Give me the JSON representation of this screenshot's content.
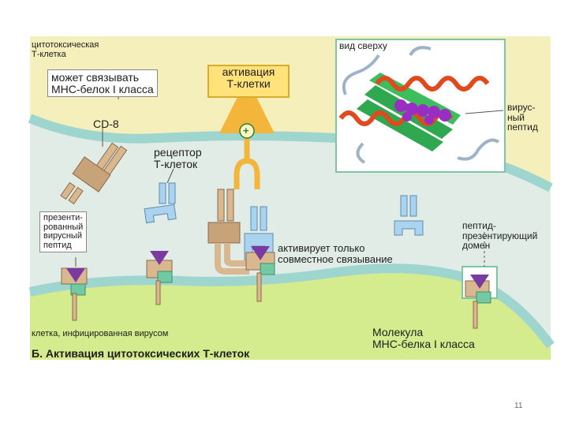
{
  "labels": {
    "cytotoxic_cell": "цитотоксическая\nТ-клетка",
    "can_bind": "может связывать\nМНС-белок I класса",
    "activation": "активация\nТ-клетки",
    "top_view": "вид сверху",
    "viral_peptide": "вирус-\nный\nпептид",
    "cd8": "CD-8",
    "tcell_receptor": "рецептор\nТ-клеток",
    "presented_peptide": "презенти-\nрованный\nвирусный\nпептид",
    "coactivation": "активирует только\nсовместное связывание",
    "peptide_domain": "пептид-\nпрезентирующий\nдомен",
    "infected_cell": "клетка, инфицированная вирусом",
    "mhc_molecule": "Молекула\nМНС-белка I класса",
    "caption": "Б. Активация цитотоксических Т-клеток",
    "plus": "+"
  },
  "page_number": "11",
  "colors": {
    "background": "#e1ece6",
    "tcell_fill": "#f4efbb",
    "membrane": "#9ed6cf",
    "infected_fill": "#d4ec8e",
    "tan_protein": "#d9b88f",
    "tcr_blue": "#a9d3ef",
    "mhc_purple": "#7b3aa0",
    "mhc_green": "#72c9a3",
    "activation_yellow": "#ffe27a"
  }
}
